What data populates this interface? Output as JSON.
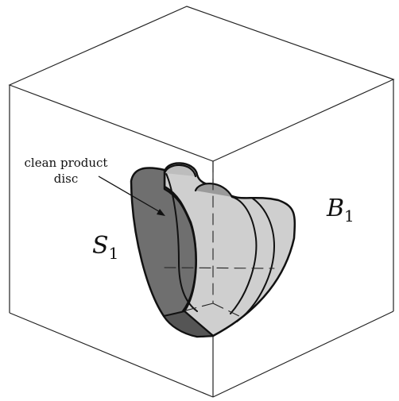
{
  "diagram": {
    "annotation_line1": "clean product",
    "annotation_line2": "disc",
    "label_s": "S",
    "label_s_sub": "1",
    "label_b": "B",
    "label_b_sub": "1"
  },
  "colors": {
    "dark_face": "#6f6f6f",
    "light_face": "#cfcfcf",
    "mid_face": "#9a9a9a",
    "outline": "#111111",
    "box_lines": "#222222"
  }
}
